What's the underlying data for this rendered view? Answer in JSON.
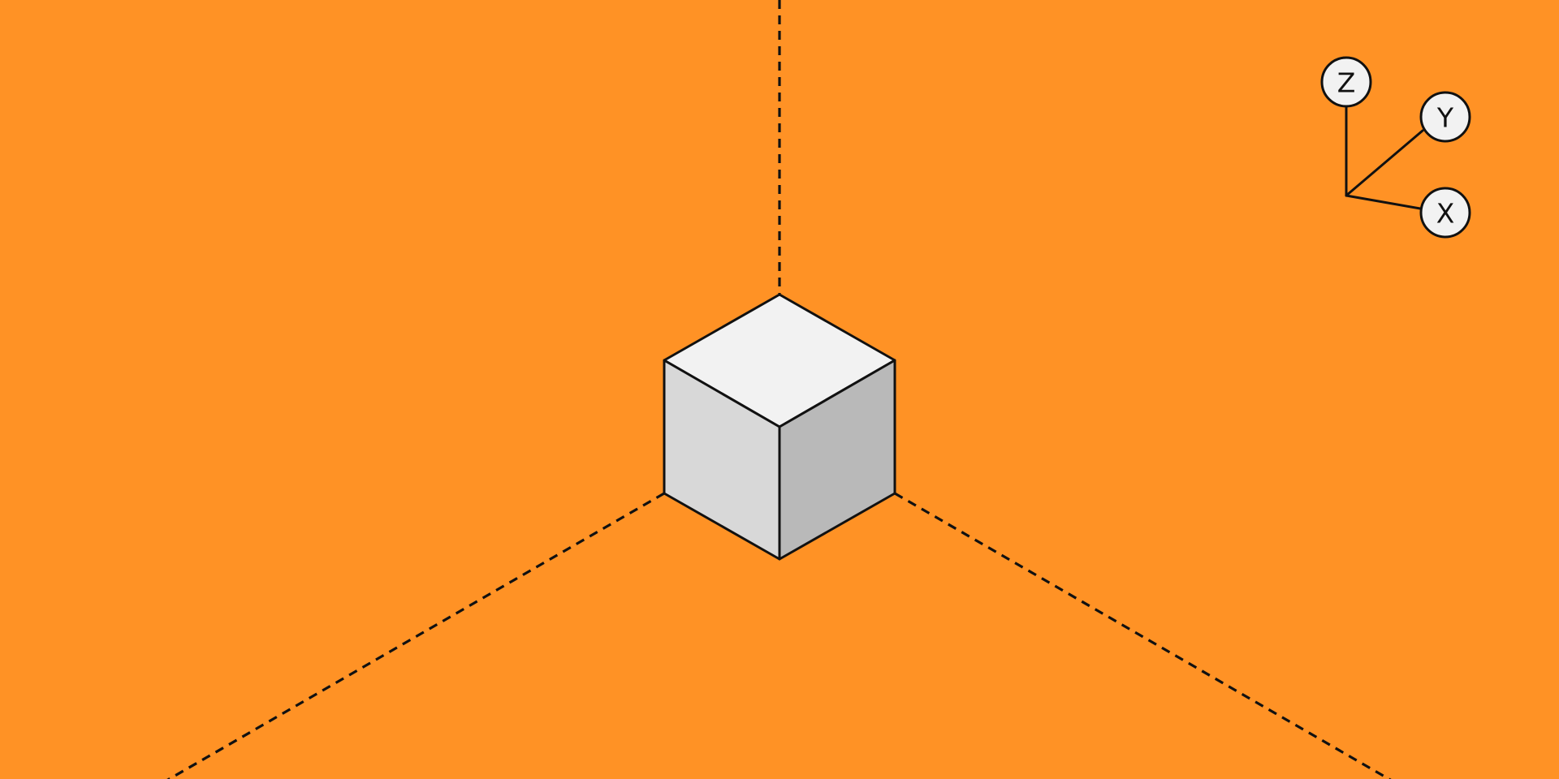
{
  "colors": {
    "background": "#ff9225",
    "outline": "#111111",
    "cube_top_face": "#f2f2f2",
    "cube_left_face": "#d8d8d8",
    "cube_right_face": "#b9b9b9",
    "gizmo_circle_fill": "#f2f2f2"
  },
  "diagram": {
    "type": "isometric-axis-diagram",
    "object": "cube",
    "guide_lines": [
      "vertical-up",
      "lower-left",
      "lower-right"
    ],
    "guide_line_style": "dashed"
  },
  "axis_gizmo": {
    "z_label": "Z",
    "y_label": "Y",
    "x_label": "X"
  }
}
